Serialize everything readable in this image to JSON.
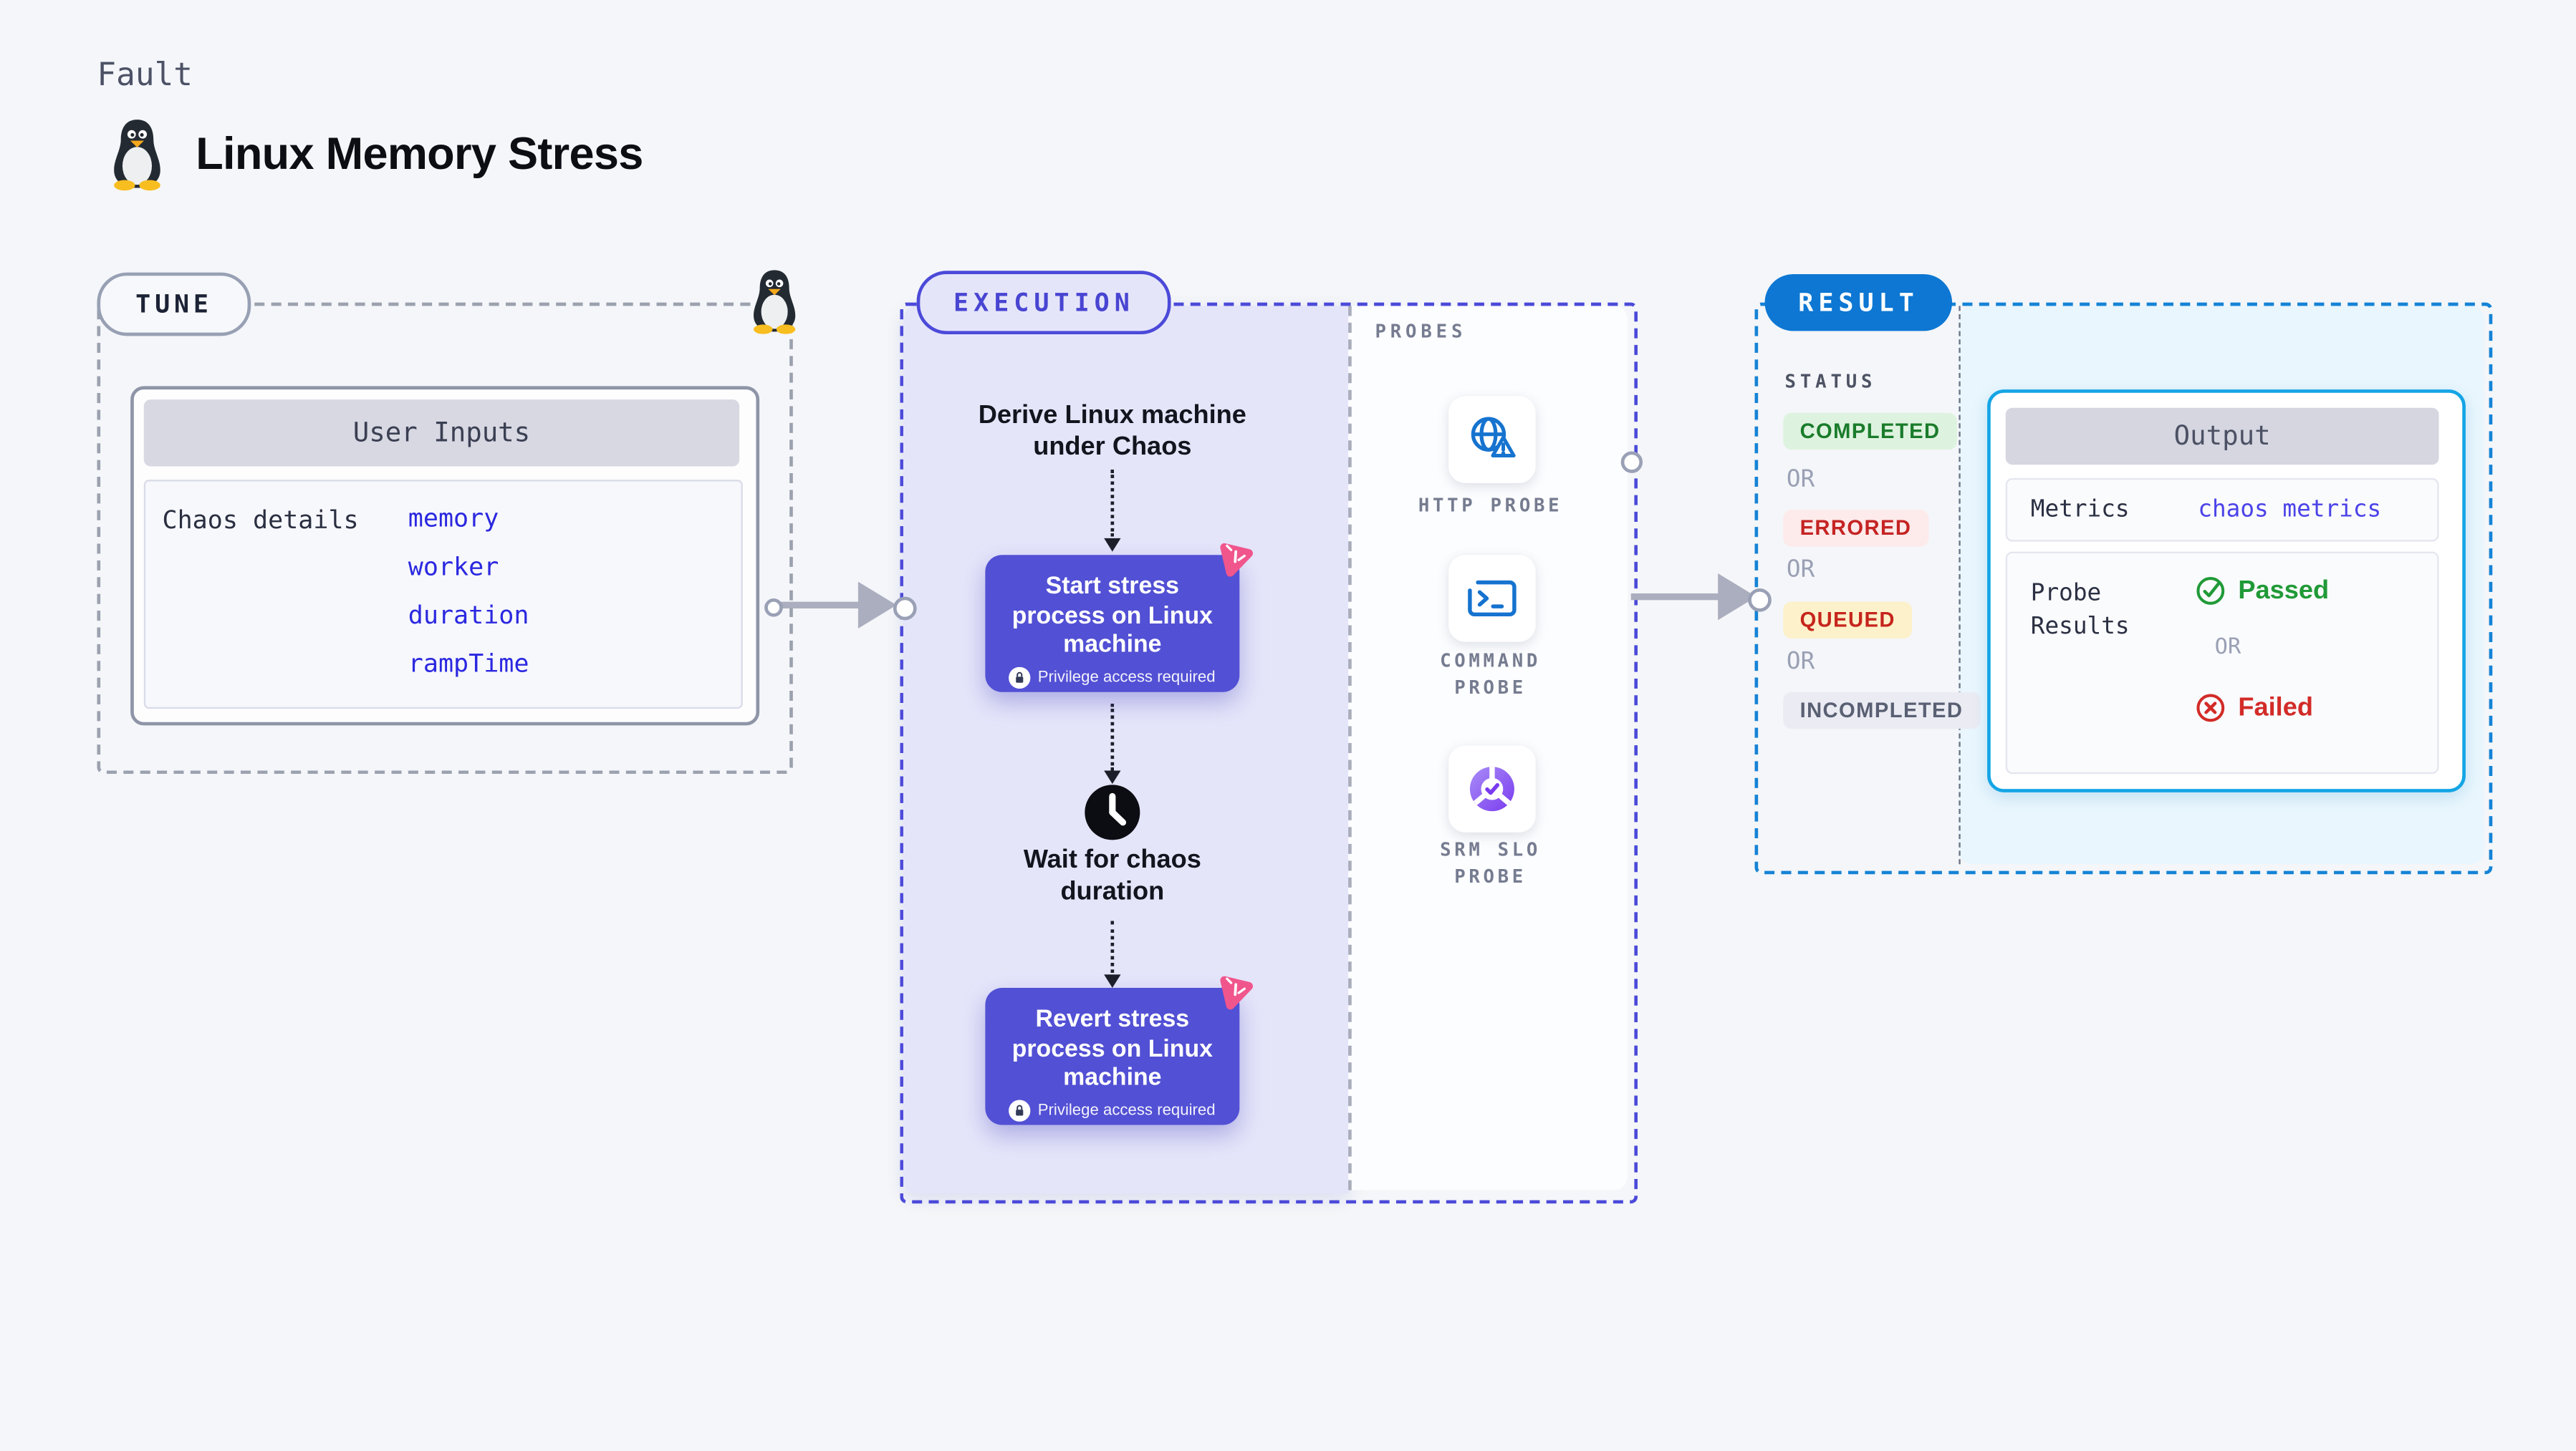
{
  "header": {
    "eyebrow": "Fault",
    "title": "Linux Memory Stress"
  },
  "tune": {
    "badge": "TUNE",
    "panel_title": "User Inputs",
    "row_label": "Chaos details",
    "inputs": [
      "memory",
      "worker",
      "duration",
      "rampTime"
    ]
  },
  "execution": {
    "badge": "EXECUTION",
    "derive_label": "Derive Linux machine under Chaos",
    "start_title": "Start stress process on Linux machine",
    "start_note": "Privilege access required",
    "wait_label": "Wait for chaos duration",
    "revert_title": "Revert stress process on Linux machine",
    "revert_note": "Privilege access required"
  },
  "probes": {
    "label": "PROBES",
    "items": [
      {
        "name": "HTTP PROBE",
        "icon": "globe-alert-icon"
      },
      {
        "name": "COMMAND PROBE",
        "icon": "terminal-icon"
      },
      {
        "name": "SRM SLO PROBE",
        "icon": "slo-gauge-check-icon"
      }
    ]
  },
  "result": {
    "badge": "RESULT",
    "status_label": "STATUS",
    "or_label": "OR",
    "statuses": [
      {
        "label": "COMPLETED",
        "fg": "#1a7c2b",
        "bg": "#def3df"
      },
      {
        "label": "ERRORED",
        "fg": "#c42423",
        "bg": "#fdeaea"
      },
      {
        "label": "QUEUED",
        "fg": "#c6251c",
        "bg": "#fcf1ca"
      },
      {
        "label": "INCOMPLETED",
        "fg": "#5a6073",
        "bg": "#ebecf3"
      }
    ],
    "output": {
      "title": "Output",
      "metrics_label": "Metrics",
      "metrics_value": "chaos metrics",
      "probe_results_label": "Probe Results",
      "passed_label": "Passed",
      "or_label": "OR",
      "failed_label": "Failed"
    }
  },
  "colors": {
    "page_bg": "#f4f6f9",
    "tune_dash": "#9ba1ae",
    "execution_accent": "#4c4ad9",
    "execution_fill": "#e5e5fa",
    "node_purple": "#5250d4",
    "link_blue": "#2b28e0",
    "result_dash": "#1583d6",
    "result_pill": "#0d77d3",
    "result_fill": "#e9f6fd",
    "output_border": "#15a5e5",
    "passed_green": "#209a37",
    "failed_red": "#d22b27",
    "probe_icon_blue": "#1673cf",
    "chaos_badge_pink": "#f0558c"
  }
}
